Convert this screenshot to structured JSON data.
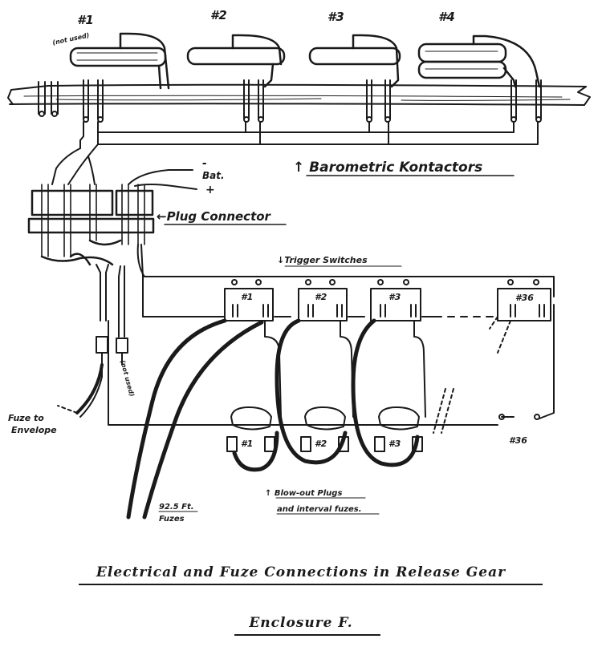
{
  "contactors": [
    {
      "label": "#1",
      "note": "(not used)"
    },
    {
      "label": "#2",
      "note": ""
    },
    {
      "label": "#3",
      "note": ""
    },
    {
      "label": "#4",
      "note": ""
    }
  ],
  "labels": {
    "barometric": "↑ Barometric Kontactors",
    "battery_minus": "-",
    "battery": "Bat.",
    "battery_plus": "+",
    "plug_connector": "←Plug Connector",
    "trigger_switches": "↓Trigger Switches",
    "not_used": "(not used)",
    "fuze_to_envelope_1": "Fuze to",
    "fuze_to_envelope_2": "Envelope",
    "fuzes_1": "92.5 Ft.",
    "fuzes_2": "Fuzes",
    "blowout_1": "↑ Blow-out Plugs",
    "blowout_2": "and interval fuzes."
  },
  "switches": [
    "#1",
    "#2",
    "#3",
    "#36"
  ],
  "plugs": [
    "#1",
    "#2",
    "#3",
    "#36"
  ],
  "caption": {
    "line1": "Electrical and Fuze Connections in Release Gear",
    "line2": "Enclosure F."
  }
}
